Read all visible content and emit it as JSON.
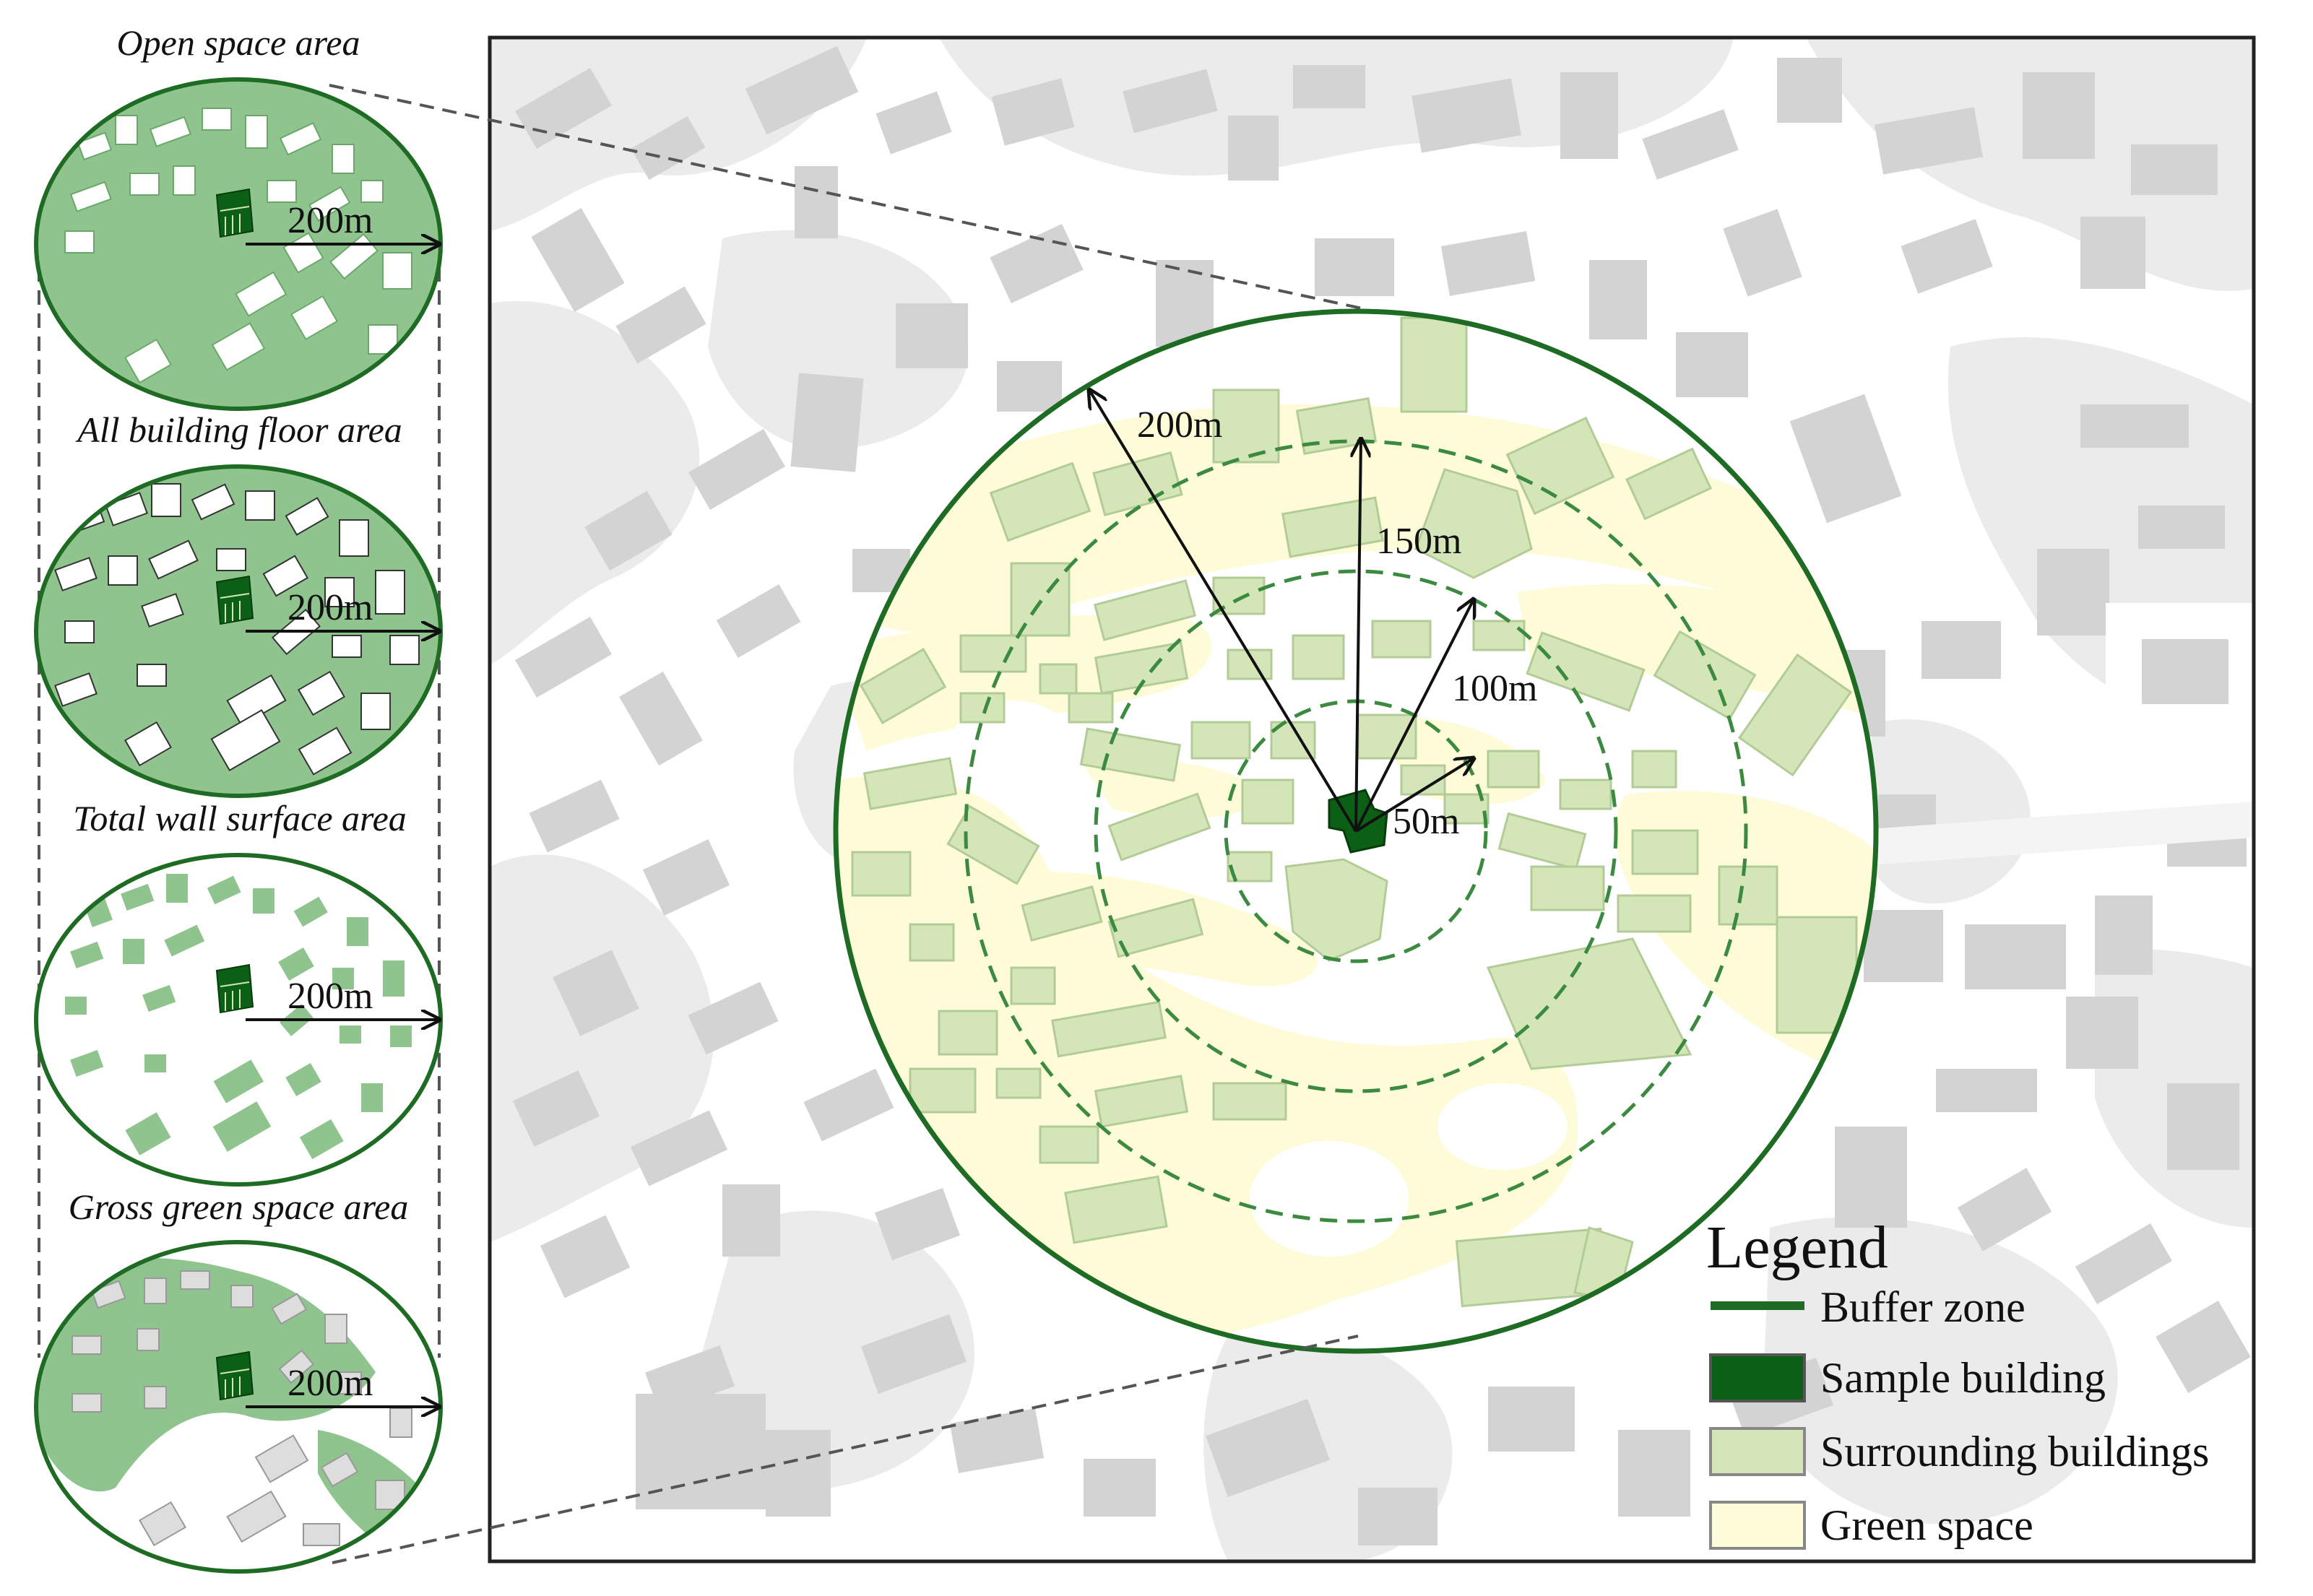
{
  "panels": [
    {
      "title": "Open space area",
      "distance": "200m"
    },
    {
      "title": "All building floor area",
      "distance": "200m"
    },
    {
      "title": "Total wall surface area",
      "distance": "200m"
    },
    {
      "title": "Gross green space area",
      "distance": "200m"
    }
  ],
  "buffer_labels": [
    "200m",
    "150m",
    "100m",
    "50m"
  ],
  "legend": {
    "title": "Legend",
    "items": [
      {
        "label": "Buffer zone",
        "symbol": "line",
        "color": "#1e6b23"
      },
      {
        "label": "Sample building",
        "symbol": "box",
        "color": "#0b6016"
      },
      {
        "label": "Surrounding buildings",
        "symbol": "box",
        "color": "#d4e6b8"
      },
      {
        "label": "Green space",
        "symbol": "box",
        "color": "#fdfbd8"
      }
    ]
  },
  "colors": {
    "buffer": "#1e6b23",
    "sample_building": "#0b6016",
    "surrounding_buildings": "#d4e6b8",
    "green_space": "#fdfbd8",
    "panel_fill": "#8fc48f",
    "background_buildings": "#d6d6d6",
    "background_green": "#e9e9e9"
  }
}
